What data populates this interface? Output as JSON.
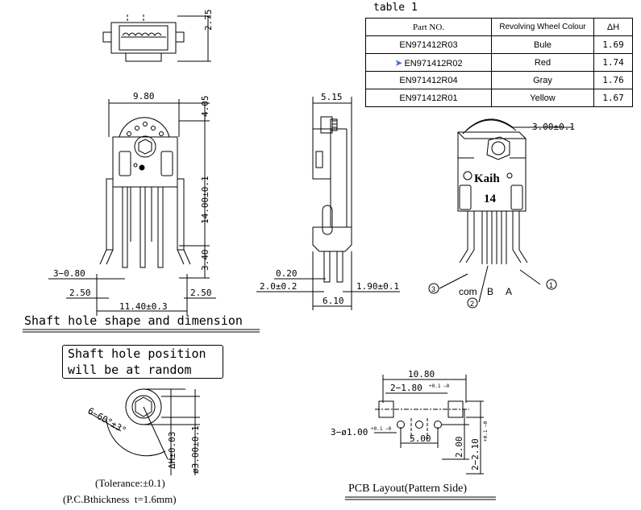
{
  "table": {
    "caption": "table 1",
    "headers": [
      "Part NO.",
      "Revolving Wheel Colour",
      "ΔH"
    ],
    "rows": [
      {
        "part": "EN971412R03",
        "colour": "Bule",
        "dh": "1.69",
        "marked": false
      },
      {
        "part": "EN971412R02",
        "colour": "Red",
        "dh": "1.74",
        "marked": true
      },
      {
        "part": "EN971412R04",
        "colour": "Gray",
        "dh": "1.76",
        "marked": false
      },
      {
        "part": "EN971412R01",
        "colour": "Yellow",
        "dh": "1.67",
        "marked": false
      }
    ]
  },
  "dims": {
    "top_height": "2.75",
    "front_width": "9.80",
    "front_top": "4.05",
    "front_body": "14.00±0.1",
    "front_pin": "3.40",
    "pin_width": "3−0.80",
    "left_margin": "2.50",
    "right_margin": "2.50",
    "total_width": "11.40±0.3",
    "side_top": "5.15",
    "side_thin": "0.20",
    "side_pin": "2.0±0.2",
    "side_right": "1.90±0.1",
    "side_base": "6.10",
    "persp_top": "3.00±0.1",
    "shaft_angle": "6−60°±3°",
    "shaft_dh": "ΔH±0.03",
    "shaft_dia": "ø3.00±0.1",
    "pcb_width": "10.80",
    "pcb_slots": "2−1.80",
    "pcb_slots_tol": "+0.1 −0",
    "pcb_holes": "3−ø1.00",
    "pcb_holes_tol": "+0.1 −0",
    "pcb_pitch": "5.00",
    "pcb_h1": "2.00",
    "pcb_h2": "2−2.10",
    "pcb_h2_tol": "+0.1 −0"
  },
  "labels": {
    "brand": "Kaih",
    "number": "14",
    "pin_com": "com",
    "pin_b": "B",
    "pin_a": "A",
    "pin1": "1",
    "pin2": "2",
    "pin3": "3"
  },
  "titles": {
    "shaft_shape": "Shaft hole shape and dimension",
    "note_line1": "Shaft hole position",
    "note_line2": "will be at random",
    "tolerance": "(Tolerance:±0.1)",
    "pcb_thickness": "(P.C.Bthickness  t=1.6mm)",
    "pcb_layout": "PCB Layout(Pattern Side)"
  }
}
